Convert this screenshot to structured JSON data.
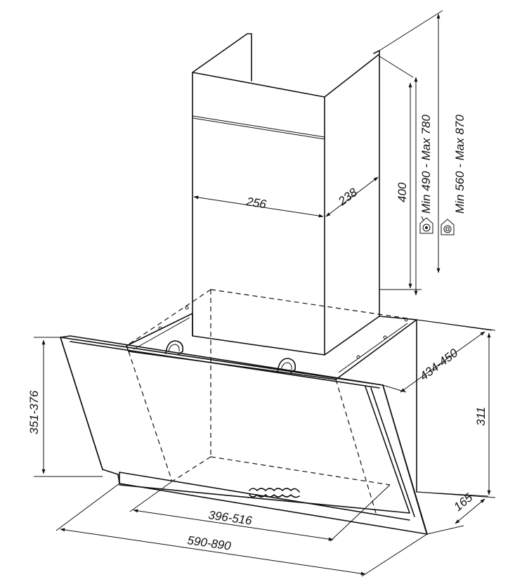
{
  "dimensions": {
    "chimney_width": "256",
    "chimney_depth": "238",
    "chimney_height": "400",
    "recirc_range": "Min 490 - Max 780",
    "extract_range": "Min 560 - Max 870",
    "hood_depth": "434-450",
    "body_height": "311",
    "glass_height": "351-376",
    "base_depth": "165",
    "inner_width": "396-516",
    "outer_width": "590-890"
  },
  "icons": {
    "recirc": "recirculation-mode-icon",
    "extract": "extraction-mode-icon"
  }
}
